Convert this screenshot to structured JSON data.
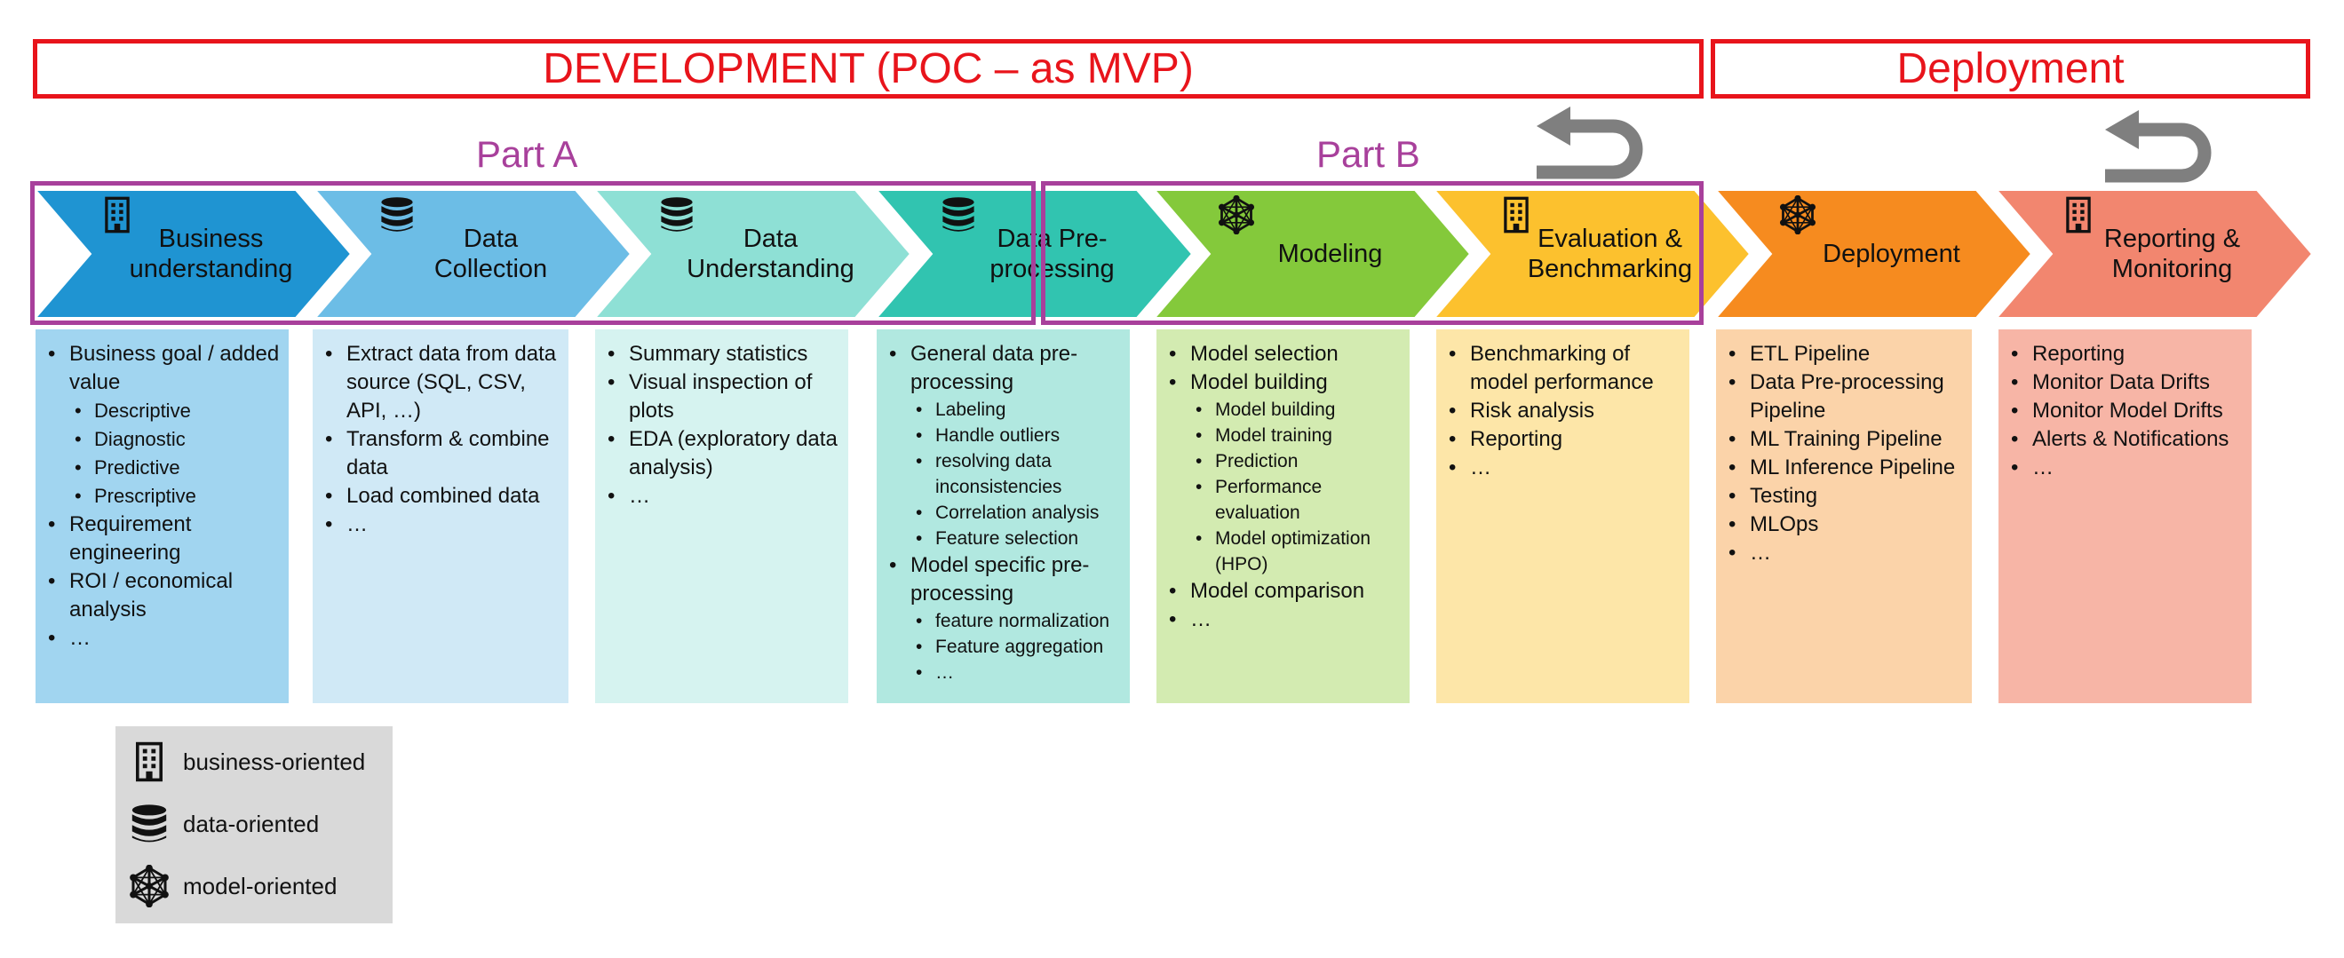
{
  "phases": {
    "development": "DEVELOPMENT  (POC – as MVP)",
    "deployment": "Deployment"
  },
  "parts": {
    "a": "Part A",
    "b": "Part B"
  },
  "colors": {
    "phase_border": "#e8141b",
    "part_border": "#a8409b",
    "loop_arrow": "#7f7f7f"
  },
  "steps": [
    {
      "label": "Business\nunderstanding",
      "icon": "building-icon",
      "color": "#1f94d2"
    },
    {
      "label": "Data\nCollection",
      "icon": "database-icon",
      "color": "#6cbde6"
    },
    {
      "label": "Data\nUnderstanding",
      "icon": "database-icon",
      "color": "#8ee0d5"
    },
    {
      "label": "Data Pre-\nprocessing",
      "icon": "database-icon",
      "color": "#31c4b0"
    },
    {
      "label": "Modeling",
      "icon": "network-icon",
      "color": "#84c93b"
    },
    {
      "label": "Evaluation &\nBenchmarking",
      "icon": "building-icon",
      "color": "#fcc12e"
    },
    {
      "label": "Deployment",
      "icon": "network-icon",
      "color": "#f68b1f"
    },
    {
      "label": "Reporting &\nMonitoring",
      "icon": "building-icon",
      "color": "#f2866f"
    }
  ],
  "cards": [
    {
      "color": "#a1d5f0",
      "items": [
        {
          "text": "Business goal / added value",
          "level": 1
        },
        {
          "text": "Descriptive",
          "level": 2,
          "big": true
        },
        {
          "text": "Diagnostic",
          "level": 2,
          "big": true
        },
        {
          "text": "Predictive",
          "level": 2,
          "big": true
        },
        {
          "text": "Prescriptive",
          "level": 2,
          "big": true
        },
        {
          "text": "Requirement engineering",
          "level": 1
        },
        {
          "text": "ROI / economical analysis",
          "level": 1
        },
        {
          "text": "…",
          "level": 1
        }
      ]
    },
    {
      "color": "#d0e9f6",
      "items": [
        {
          "text": "Extract data from data source (SQL, CSV, API, …)",
          "level": 1
        },
        {
          "text": "Transform & combine data",
          "level": 1
        },
        {
          "text": "Load combined data",
          "level": 1
        },
        {
          "text": "…",
          "level": 1
        }
      ]
    },
    {
      "color": "#d6f3f0",
      "items": [
        {
          "text": "Summary statistics",
          "level": 1
        },
        {
          "text": "Visual inspection of plots",
          "level": 1
        },
        {
          "text": "EDA (exploratory data analysis)",
          "level": 1
        },
        {
          "text": "…",
          "level": 1
        }
      ]
    },
    {
      "color": "#b1e8e0",
      "items": [
        {
          "text": "General data pre-processing",
          "level": 1
        },
        {
          "text": "Labeling",
          "level": 2
        },
        {
          "text": "Handle outliers",
          "level": 2
        },
        {
          "text": "resolving data inconsistencies",
          "level": 2
        },
        {
          "text": "Correlation analysis",
          "level": 2
        },
        {
          "text": "Feature selection",
          "level": 2
        },
        {
          "text": "Model specific pre-processing",
          "level": 1
        },
        {
          "text": "feature normalization",
          "level": 2
        },
        {
          "text": "Feature aggregation",
          "level": 2
        },
        {
          "text": "…",
          "level": 2
        }
      ]
    },
    {
      "color": "#d3ebb1",
      "items": [
        {
          "text": "Model selection",
          "level": 1
        },
        {
          "text": "Model building",
          "level": 1
        },
        {
          "text": "Model building",
          "level": 2
        },
        {
          "text": "Model training",
          "level": 2
        },
        {
          "text": "Prediction",
          "level": 2
        },
        {
          "text": "Performance evaluation",
          "level": 2
        },
        {
          "text": "Model optimization (HPO)",
          "level": 2
        },
        {
          "text": "Model comparison",
          "level": 1
        },
        {
          "text": "…",
          "level": 1
        }
      ]
    },
    {
      "color": "#fde6a8",
      "items": [
        {
          "text": "Benchmarking of model performance",
          "level": 1
        },
        {
          "text": "Risk analysis",
          "level": 1
        },
        {
          "text": "Reporting",
          "level": 1
        },
        {
          "text": "…",
          "level": 1
        }
      ]
    },
    {
      "color": "#fbd3a9",
      "items": [
        {
          "text": "ETL Pipeline",
          "level": 1
        },
        {
          "text": "Data Pre-processing Pipeline",
          "level": 1
        },
        {
          "text": "ML Training Pipeline",
          "level": 1
        },
        {
          "text": "ML Inference Pipeline",
          "level": 1
        },
        {
          "text": "Testing",
          "level": 1
        },
        {
          "text": "MLOps",
          "level": 1
        },
        {
          "text": "…",
          "level": 1
        }
      ]
    },
    {
      "color": "#f7b5a6",
      "items": [
        {
          "text": "Reporting",
          "level": 1
        },
        {
          "text": "Monitor Data Drifts",
          "level": 1
        },
        {
          "text": "Monitor Model Drifts",
          "level": 1
        },
        {
          "text": "Alerts & Notifications",
          "level": 1
        },
        {
          "text": "…",
          "level": 1
        }
      ]
    }
  ],
  "legend": [
    {
      "icon": "building-icon",
      "label": "business-oriented"
    },
    {
      "icon": "database-icon",
      "label": "data-oriented"
    },
    {
      "icon": "network-icon",
      "label": "model-oriented"
    }
  ]
}
